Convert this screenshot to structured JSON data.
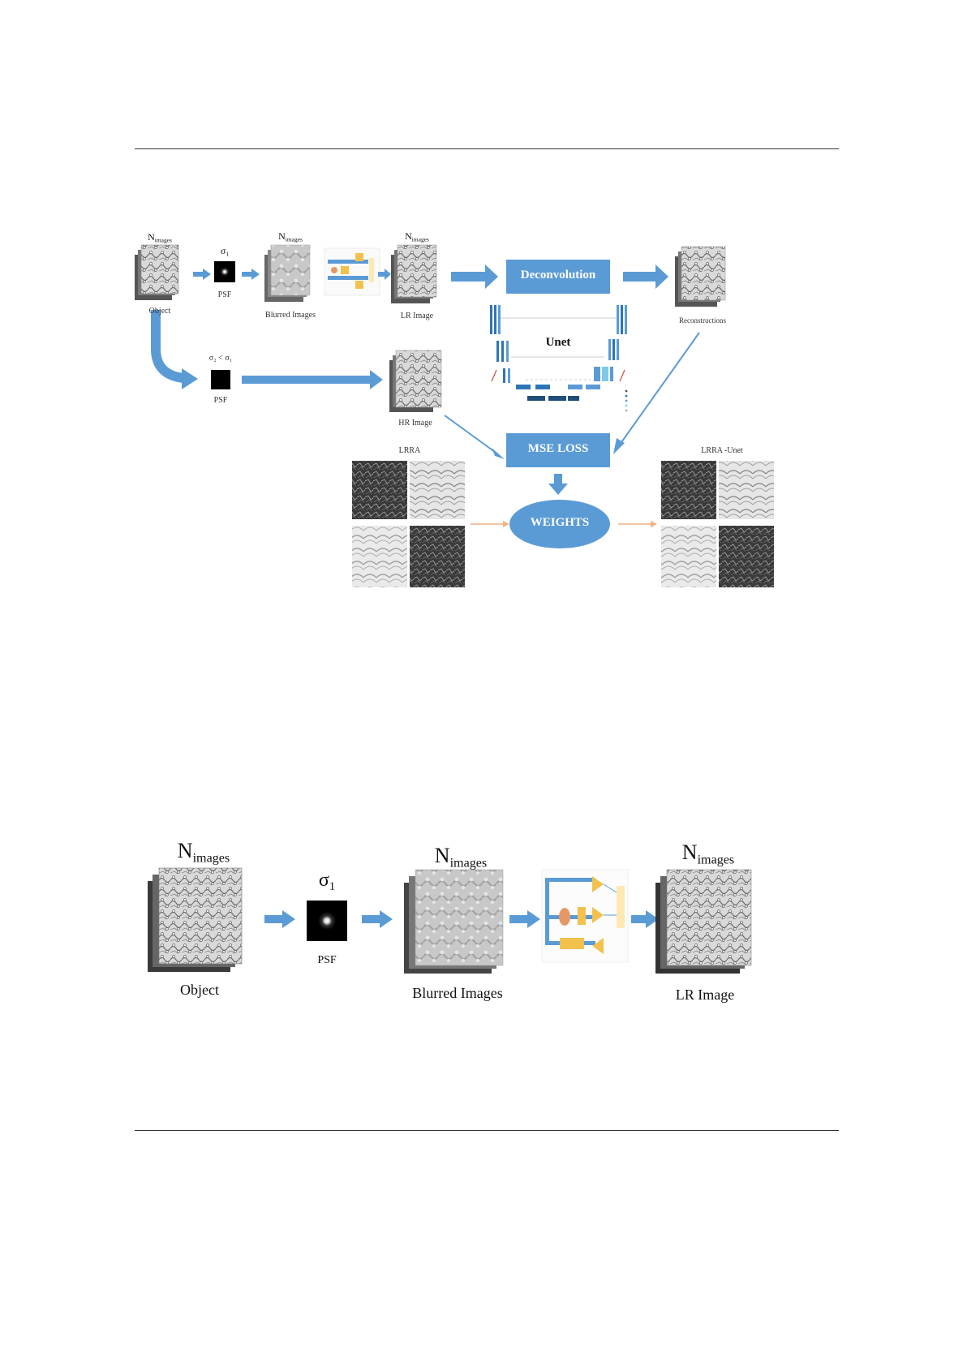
{
  "top_figure": {
    "object_label": "Object",
    "n_images_label": "N",
    "n_images_sub": "images",
    "sigma_label": "σ",
    "sigma_sub": "1",
    "psf_label": "PSF",
    "blurred_label": "Blurred Images",
    "lr_label": "LR Image",
    "deconvolution_label": "Deconvolution",
    "reconstructions_label": "Reconstructions",
    "unet_label": "Unet",
    "sigma2_label": "σ₂ < σ₁",
    "psf2_label": "PSF",
    "hr_label": "HR Image",
    "mse_loss_label": "MSE LOSS",
    "weights_label": "WEIGHTS",
    "lrra_label": "LRRA",
    "lrra_unet_label": "LRRA -Unet"
  },
  "bottom_figure": {
    "object_label": "Object",
    "n_images_label": "N",
    "n_images_sub": "images",
    "sigma_label": "σ",
    "sigma_sub": "1",
    "psf_label": "PSF",
    "blurred_label": "Blurred Images",
    "lr_label": "LR Image"
  },
  "colors": {
    "arrow_blue": "#5b9bd5",
    "box_blue": "#5b9bd5",
    "orange_arrow": "#f4b183",
    "yellow_block": "#f2c14e"
  }
}
